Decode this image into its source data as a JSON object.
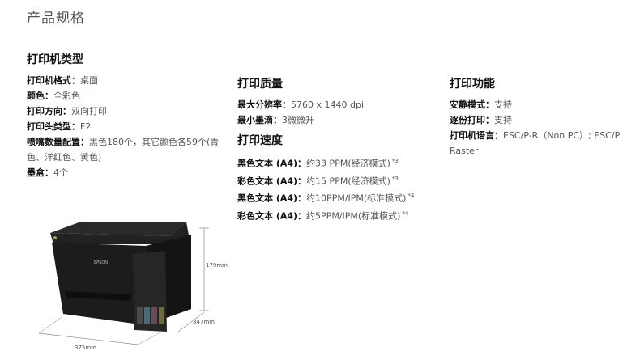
{
  "page": {
    "title": "产品规格"
  },
  "sections": {
    "printer_type": {
      "heading": "打印机类型",
      "rows": [
        {
          "label": "打印机格式：",
          "value": "桌面"
        },
        {
          "label": "颜色：",
          "value": "全彩色"
        },
        {
          "label": "打印方向：",
          "value": "双向打印"
        },
        {
          "label": "打印头类型：",
          "value": "F2"
        },
        {
          "label": "喷嘴数量配置：",
          "value": "黑色180个，其它颜色各59个(青色、洋红色、黄色)"
        },
        {
          "label": "墨盒：",
          "value": "4个"
        }
      ]
    },
    "print_quality": {
      "heading": "打印质量",
      "rows": [
        {
          "label": "最大分辨率：",
          "value": "5760 x 1440 dpi"
        },
        {
          "label": "最小墨滴：",
          "value": "3微微升"
        }
      ]
    },
    "print_speed": {
      "heading": "打印速度",
      "rows": [
        {
          "label": "黑色文本 (A4)：",
          "value": "约33 PPM(经济模式)",
          "note": "*3"
        },
        {
          "label": "彩色文本 (A4)：",
          "value": "约15 PPM(经济模式)",
          "note": "*3"
        },
        {
          "label": "黑色文本 (A4)：",
          "value": "约10PPM/IPM(标准模式)",
          "note": "*4"
        },
        {
          "label": "彩色文本 (A4)：",
          "value": "约5PPM/IPM(标准模式)",
          "note": "*4"
        }
      ]
    },
    "print_functions": {
      "heading": "打印功能",
      "rows": [
        {
          "label": "安静模式：",
          "value": "支持"
        },
        {
          "label": "逐份打印：",
          "value": "支持"
        },
        {
          "label": "打印机语言：",
          "value": "ESC/P-R（Non PC）; ESC/P Raster"
        }
      ]
    }
  },
  "figure": {
    "brand": "EPSON",
    "height_label": "179mm",
    "depth_label": "347mm",
    "width_label": "375mm"
  },
  "colors": {
    "printer_body": "#1c1c1c",
    "printer_top": "#2a2a2a",
    "dimension_line": "#888888"
  }
}
